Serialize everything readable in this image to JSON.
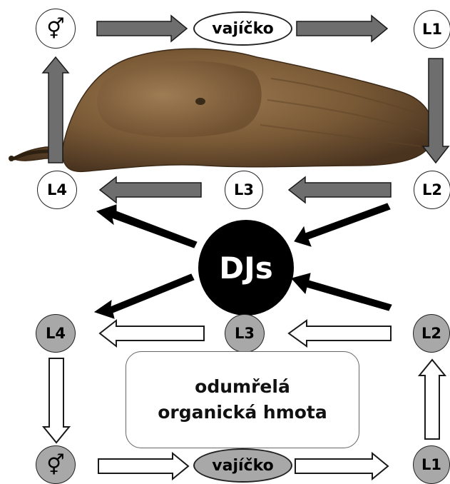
{
  "labels": {
    "top_hermaphrodite": "⚥",
    "top_egg": "vajíčko",
    "top_l1": "L1",
    "top_l2": "L2",
    "top_l3": "L3",
    "top_l4": "L4",
    "center": "DJs",
    "bottom_l4": "L4",
    "bottom_l3": "L3",
    "bottom_l2": "L2",
    "bottom_l1": "L1",
    "bottom_hermaphrodite": "⚥",
    "bottom_egg": "vajíčko",
    "dead_matter": "odumřelá\norganická hmota"
  },
  "colors": {
    "arrow_dark_fill": "#6e6e6e",
    "arrow_black": "#000000",
    "gray_node": "#a8a8a8",
    "slug_body": "#7a5a36"
  },
  "icons": {
    "slug": "slug-illustration",
    "hermaphrodite": "hermaphrodite-symbol-icon"
  }
}
